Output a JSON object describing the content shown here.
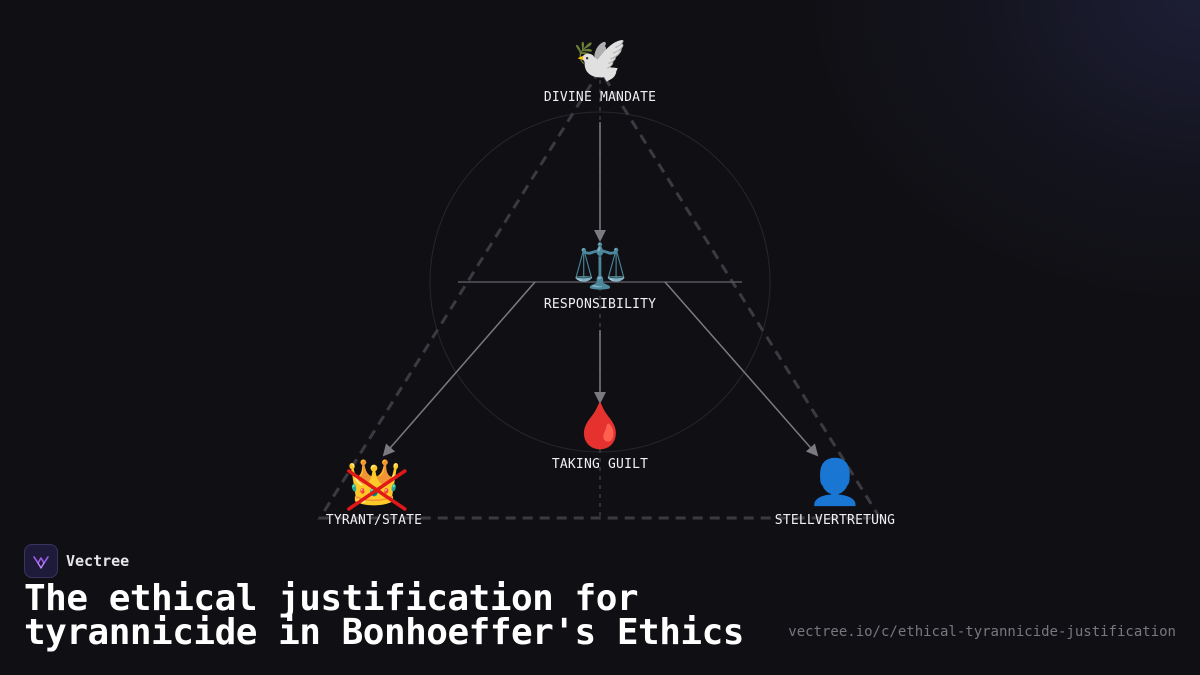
{
  "nodes": {
    "divine_mandate": {
      "icon": "🕊️",
      "icon_name": "dove-icon",
      "label": "DIVINE MANDATE"
    },
    "responsibility": {
      "icon": "⚖️",
      "icon_name": "scales-icon",
      "label": "RESPONSIBILITY"
    },
    "taking_guilt": {
      "icon": "🩸",
      "icon_name": "blood-drop-icon",
      "label": "TAKING GUILT"
    },
    "tyrant_state": {
      "icon": "👑",
      "icon_name": "crossed-crown-icon",
      "label": "TYRANT/STATE"
    },
    "stellvertretung": {
      "icon": "👤",
      "icon_name": "person-icon",
      "label": "STELLVERTRETUNG"
    }
  },
  "brand": {
    "name": "Vectree",
    "logo_icon": "vectree-logo-icon"
  },
  "title": "The ethical justification for tyrannicide in Bonhoeffer's Ethics",
  "url": "vectree.io/c/ethical-tyrannicide-justification",
  "colors": {
    "background": "#101014",
    "edge": "#7a7a80",
    "dashed": "#3a3a40",
    "cross": "#e01818",
    "logo_accent": "#9b5de5"
  }
}
